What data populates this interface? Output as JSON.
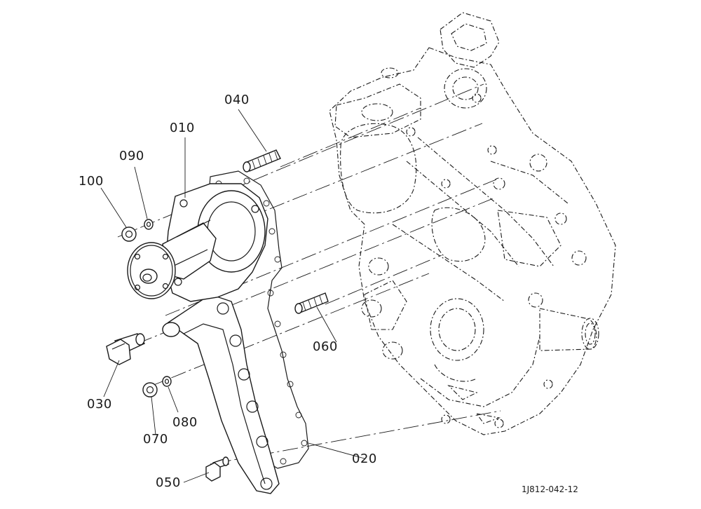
{
  "labels": {
    "p010": "010",
    "p020": "020",
    "p030": "030",
    "p040": "040",
    "p050": "050",
    "p060": "060",
    "p070": "070",
    "p080": "080",
    "p090": "090",
    "p100": "100"
  },
  "reference_code": "1J812-042-12"
}
